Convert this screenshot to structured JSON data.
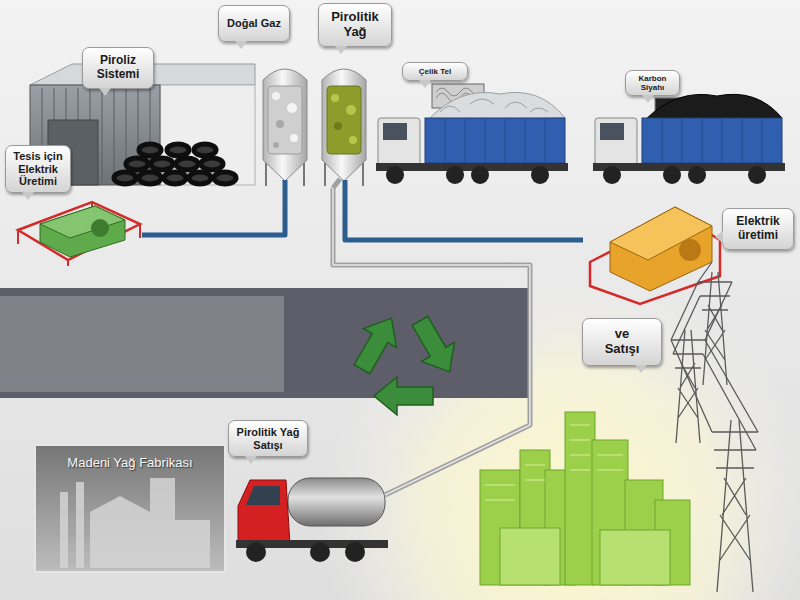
{
  "diagram": {
    "nodes": [
      {
        "text": [
          "Piroliz Sistemi"
        ]
      },
      {
        "text": [
          "Doğal Gaz"
        ]
      },
      {
        "text": [
          "Pirolitik Yağ"
        ]
      },
      {
        "text": [
          "Çelik Tel"
        ]
      },
      {
        "text": [
          "Karbon Siyahı"
        ]
      },
      {
        "text": [
          "Tesis için Elektrik Üretimi"
        ]
      },
      {
        "text": [
          "Elektrik üretimi"
        ]
      },
      {
        "text": [
          "ve Satışı"
        ]
      },
      {
        "text": [
          "Pirolitik Yağ Satışı"
        ]
      },
      {
        "text": [
          "Madeni Yağ Fabrikası"
        ]
      }
    ],
    "edges": [
      {
        "from": 1,
        "to": 5,
        "arrow": "none"
      },
      {
        "from": 2,
        "to": 6,
        "arrow": "none"
      },
      {
        "from": 2,
        "to": 8,
        "arrow": "none"
      }
    ]
  }
}
